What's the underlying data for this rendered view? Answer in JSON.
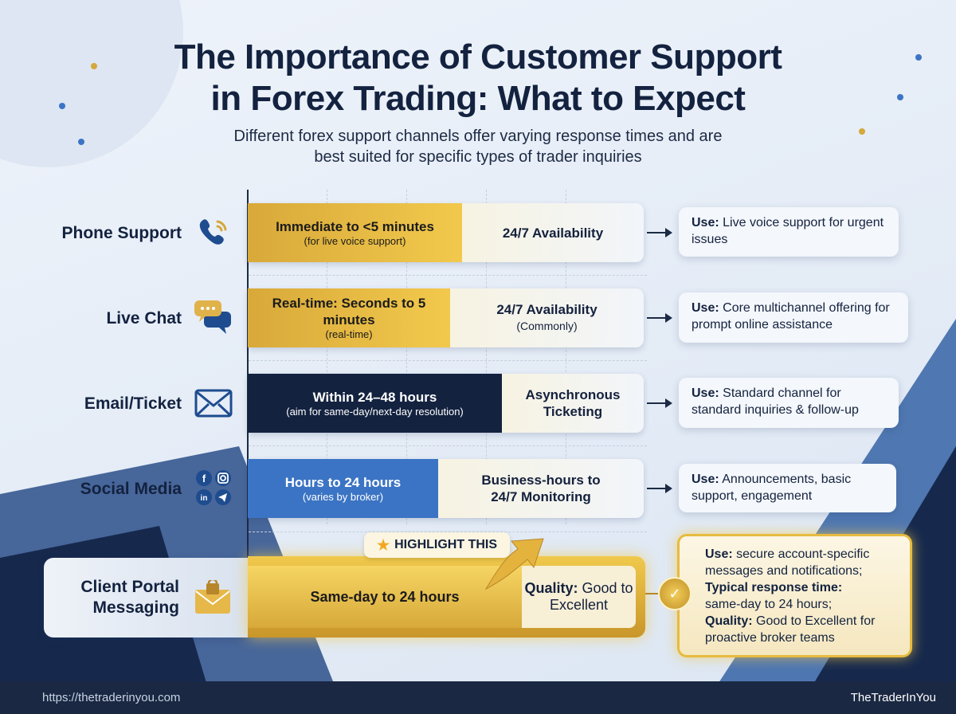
{
  "title": {
    "line1": "The Importance of Customer Support",
    "line2": "in Forex Trading: What to Expect"
  },
  "subtitle": {
    "line1": "Different forex support channels offer varying response times and are",
    "line2": "best suited for specific types of trader inquiries"
  },
  "rows": [
    {
      "channel": "Phone Support",
      "icon": "phone-icon",
      "response": "Immediate to <5 minutes",
      "response_note": "(for live voice support)",
      "availability": "24/7 Availability",
      "availability_note": "",
      "use_label": "Use:",
      "use_text": "Live voice support for urgent issues"
    },
    {
      "channel": "Live Chat",
      "icon": "chat-bubbles-icon",
      "response": "Real-time: Seconds to 5 minutes",
      "response_note": "(real-time)",
      "availability": "24/7 Availability",
      "availability_note": "(Commonly)",
      "use_label": "Use:",
      "use_text": "Core multichannel offering for prompt online assistance"
    },
    {
      "channel": "Email/Ticket",
      "icon": "envelope-icon",
      "response": "Within 24–48 hours",
      "response_note": "(aim for same-day/next-day resolution)",
      "availability": "Asynchronous Ticketing",
      "availability_note": "",
      "use_label": "Use:",
      "use_text": "Standard channel for standard inquiries & follow-up"
    },
    {
      "channel": "Social Media",
      "icon": "social-icons",
      "response": "Hours to 24 hours",
      "response_note": "(varies by broker)",
      "availability": "Business-hours to 24/7 Monitoring",
      "availability_note": "",
      "use_label": "Use:",
      "use_text": "Announcements, basic support, engagement"
    }
  ],
  "portal": {
    "channel_line1": "Client Portal",
    "channel_line2": "Messaging",
    "highlight": "HIGHLIGHT THIS",
    "response": "Same-day to 24 hours",
    "quality_label": "Quality:",
    "quality_text": "Good to Excellent",
    "use_label": "Use:",
    "use_text": "secure account-specific messages and notifications;",
    "typical_label": "Typical response time:",
    "typical_text": "same-day to 24 hours;",
    "q_label": "Quality:",
    "q_text": "Good to Excellent for proactive broker teams"
  },
  "footer": {
    "url": "https://thetraderinyou.com",
    "brand": "TheTraderInYou"
  },
  "colors": {
    "navy": "#13223f",
    "gold": "#f2c94c",
    "blue": "#3b74c4"
  }
}
